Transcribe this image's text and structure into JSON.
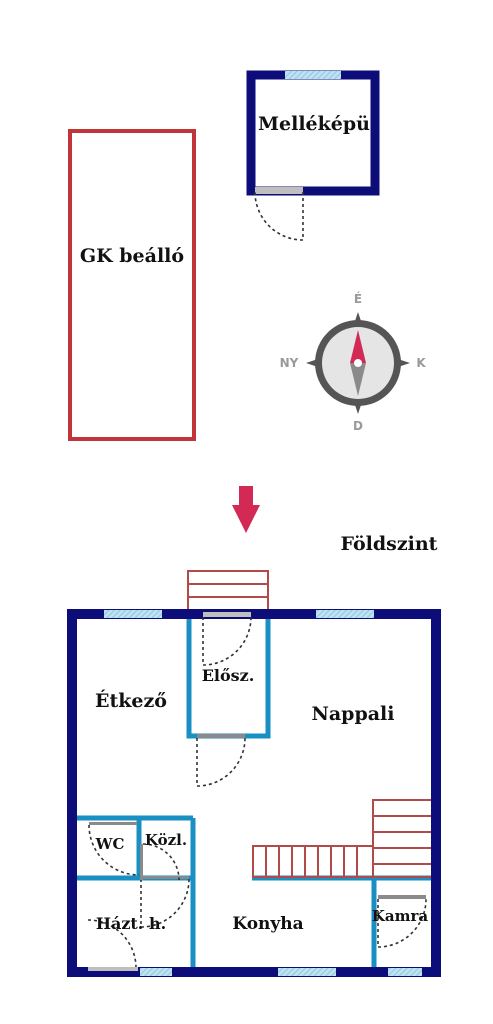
{
  "colors": {
    "outer_wall": "#0d0d7a",
    "inner_wall": "#1a8fc4",
    "parking": "#c0343a",
    "stairs": "#b24a4a",
    "window": "#9fd0e8",
    "arrow": "#d22a55",
    "compass_ring": "#555555",
    "compass_north": "#d22a55"
  },
  "labels": {
    "outbuilding": "Melléképület",
    "parking": "GK beálló",
    "floor": "Földszint",
    "dining": "Étkező",
    "hall": "Elősz.",
    "living": "Nappali",
    "wc": "WC",
    "corridor": "Közl.",
    "utility": "Házt. h.",
    "kitchen": "Konyha",
    "pantry": "Kamra"
  },
  "compass": {
    "north": "É",
    "south": "D",
    "east": "K",
    "west": "NY"
  },
  "icons": {
    "compass": "compass-icon",
    "entrance_arrow": "arrow-down-icon"
  }
}
